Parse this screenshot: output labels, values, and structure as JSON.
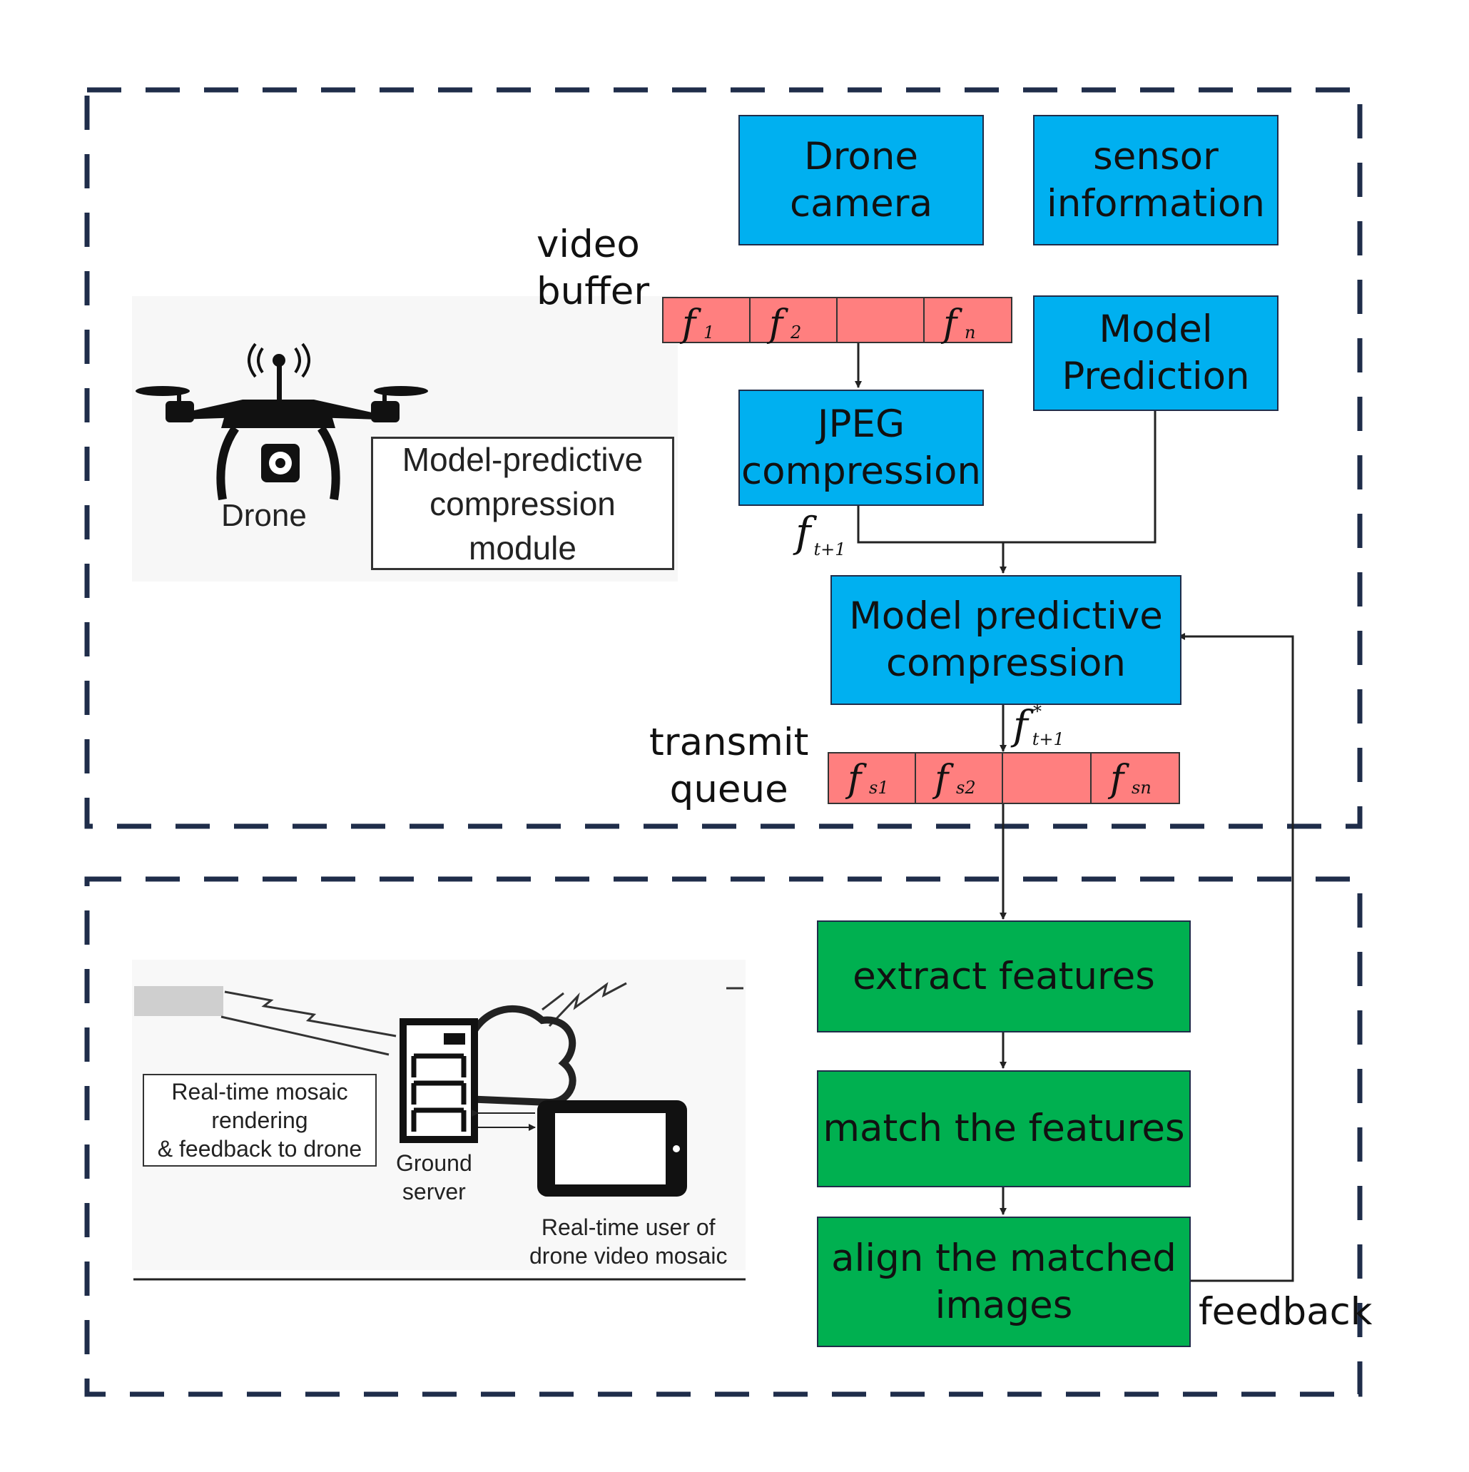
{
  "modules": {
    "drone_camera": "Drone\ncamera",
    "sensor_information": "sensor\ninformation",
    "model_prediction": "Model\nPrediction",
    "jpeg_compression": "JPEG\ncompression",
    "model_predictive_compression": "Model predictive\ncompression",
    "extract_features": "extract features",
    "match_features": "match the features",
    "align_images": "align the matched\nimages"
  },
  "labels": {
    "video_buffer": "video\nbuffer",
    "transmit_queue": "transmit\nqueue",
    "feedback": "feedback"
  },
  "video_buffer": [
    {
      "symbol": "f",
      "sub": "1"
    },
    {
      "symbol": "f",
      "sub": "2"
    },
    {
      "symbol": "",
      "sub": ""
    },
    {
      "symbol": "f",
      "sub": "n"
    }
  ],
  "transmit_queue": [
    {
      "symbol": "f",
      "sub": "s1"
    },
    {
      "symbol": "f",
      "sub": "s2"
    },
    {
      "symbol": "",
      "sub": ""
    },
    {
      "symbol": "f",
      "sub": "sn"
    }
  ],
  "math_labels": {
    "f_t1": {
      "symbol": "f",
      "sub": "t+1"
    },
    "f_star_t1": {
      "symbol": "f",
      "sup": "*",
      "sub": "t+1"
    }
  },
  "drone_illustration": {
    "drone_label": "Drone",
    "module_box": "Model-predictive\ncompression\nmodule"
  },
  "ground_illustration": {
    "mosaic_box": "Real-time mosaic\nrendering\n& feedback to drone",
    "server_label": "Ground\nserver",
    "user_label": "Real-time user of\ndrone video mosaic"
  },
  "colors": {
    "module_blue": "#00b0f0",
    "module_green": "#00b050",
    "buffer_red": "#ff7f7f",
    "dash_navy": "#1f2d4a"
  }
}
